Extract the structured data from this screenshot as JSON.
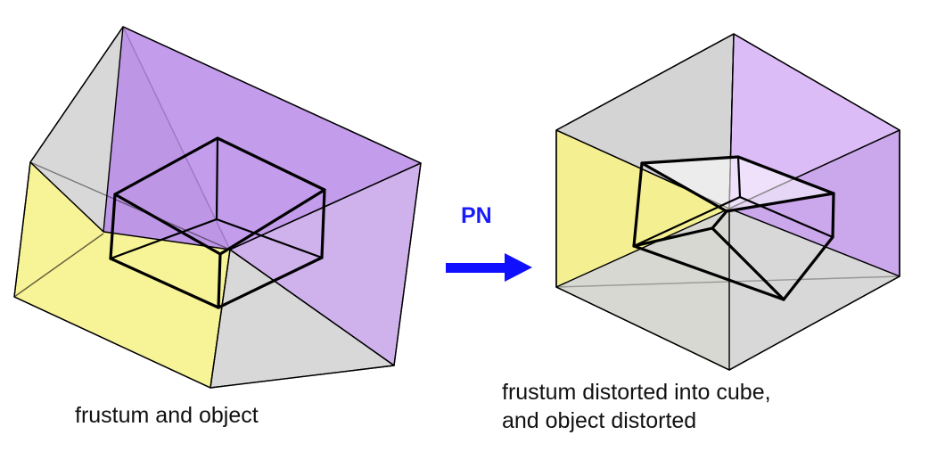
{
  "colors": {
    "yellow_face": "#f7f38e",
    "purple_face": "#c59bf0",
    "purple_light": "#dcbcf7",
    "gray_face": "#d6d6d6",
    "arrow": "#1010ff",
    "outline": "#000000"
  },
  "left_panel": {
    "caption": "frustum and object"
  },
  "arrow": {
    "label": "PN"
  },
  "right_panel": {
    "caption_line1": "frustum distorted into cube,",
    "caption_line2": "and object distorted"
  }
}
